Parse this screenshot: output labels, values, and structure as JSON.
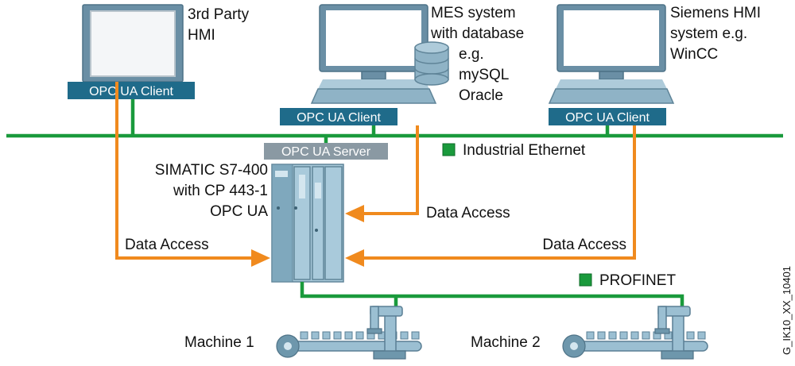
{
  "devices": {
    "third_party_hmi": {
      "label_line1": "3rd Party",
      "label_line2": "HMI"
    },
    "mes": {
      "label_line1": "MES system",
      "label_line2": "with database",
      "label_line3": "e.g.",
      "label_line4": "mySQL",
      "label_line5": "Oracle"
    },
    "siemens_hmi": {
      "label_line1": "Siemens HMI",
      "label_line2": "system e.g.",
      "label_line3": "WinCC"
    }
  },
  "tags": {
    "client_left": "OPC UA Client",
    "client_mid": "OPC UA Client",
    "client_right": "OPC UA Client",
    "server": "OPC UA Server"
  },
  "plc": {
    "line1": "SIMATIC S7-400",
    "line2": "with CP 443-1",
    "line3": "OPC UA"
  },
  "networks": {
    "ethernet": "Industrial Ethernet",
    "profinet": "PROFINET"
  },
  "flows": {
    "left": "Data Access",
    "mid": "Data Access",
    "right": "Data Access"
  },
  "machines": {
    "m1": "Machine 1",
    "m2": "Machine 2"
  },
  "figure_id": "G_IK10_XX_10401",
  "colors": {
    "ethernet": "#1a9a3c",
    "data_access": "#f08a1e",
    "tag_bg": "#1f6b8a",
    "server_tag_bg": "#8a99a3",
    "device": "#8fb3c6"
  }
}
